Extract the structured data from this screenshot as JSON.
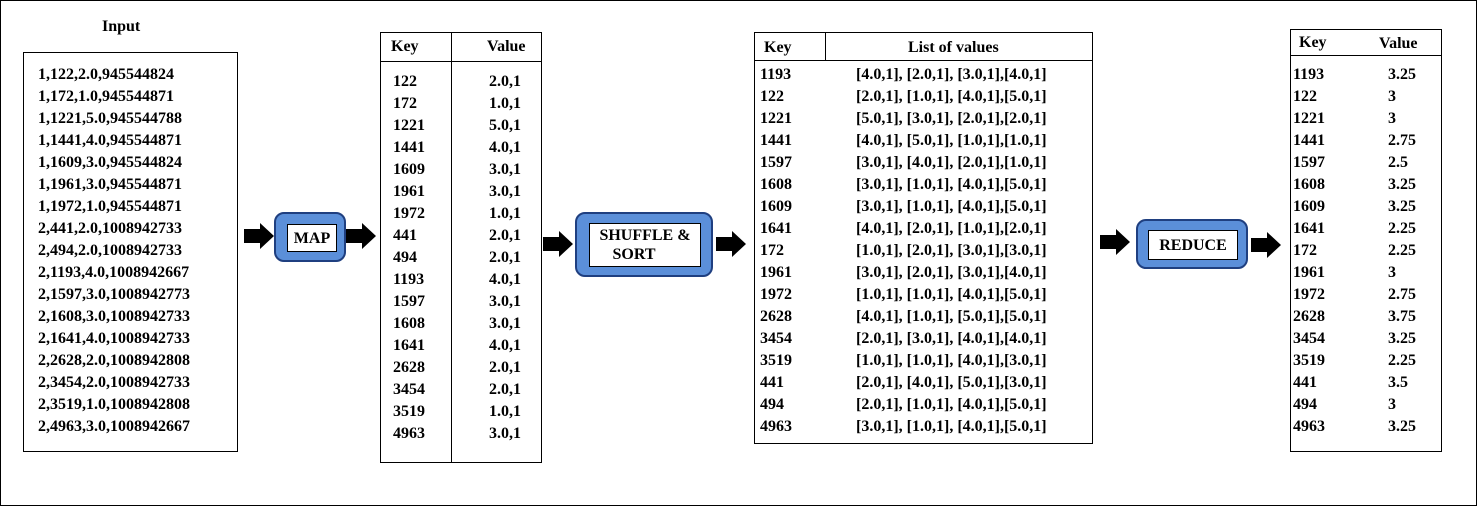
{
  "input": {
    "title": "Input",
    "lines": [
      "1,122,2.0,945544824",
      "1,172,1.0,945544871",
      "1,1221,5.0,945544788",
      "1,1441,4.0,945544871",
      "1,1609,3.0,945544824",
      "1,1961,3.0,945544871",
      "1,1972,1.0,945544871",
      "2,441,2.0,1008942733",
      "2,494,2.0,1008942733",
      "2,1193,4.0,1008942667",
      "2,1597,3.0,1008942773",
      "2,1608,3.0,1008942733",
      "2,1641,4.0,1008942733",
      "2,2628,2.0,1008942808",
      "2,3454,2.0,1008942733",
      "2,3519,1.0,1008942808",
      "2,4963,3.0,1008942667"
    ]
  },
  "map_label": "MAP",
  "shuffle_label_1": "SHUFFLE &",
  "shuffle_label_2": "SORT",
  "reduce_label": "REDUCE",
  "map_output": {
    "key_header": "Key",
    "value_header": "Value",
    "rows": [
      [
        "122",
        "2.0,1"
      ],
      [
        "172",
        "1.0,1"
      ],
      [
        "1221",
        "5.0,1"
      ],
      [
        "1441",
        "4.0,1"
      ],
      [
        "1609",
        "3.0,1"
      ],
      [
        "1961",
        "3.0,1"
      ],
      [
        "1972",
        "1.0,1"
      ],
      [
        "441",
        "2.0,1"
      ],
      [
        "494",
        "2.0,1"
      ],
      [
        "1193",
        "4.0,1"
      ],
      [
        "1597",
        "3.0,1"
      ],
      [
        "1608",
        "3.0,1"
      ],
      [
        "1641",
        "4.0,1"
      ],
      [
        "2628",
        "2.0,1"
      ],
      [
        "3454",
        "2.0,1"
      ],
      [
        "3519",
        "1.0,1"
      ],
      [
        "4963",
        "3.0,1"
      ]
    ]
  },
  "shuffle_output": {
    "key_header": "Key",
    "value_header": "List of values",
    "rows": [
      [
        "1193",
        "[4.0,1], [2.0,1], [3.0,1],[4.0,1]"
      ],
      [
        "122",
        "[2.0,1], [1.0,1], [4.0,1],[5.0,1]"
      ],
      [
        "1221",
        "[5.0,1], [3.0,1], [2.0,1],[2.0,1]"
      ],
      [
        "1441",
        "[4.0,1], [5.0,1], [1.0,1],[1.0,1]"
      ],
      [
        "1597",
        "[3.0,1], [4.0,1], [2.0,1],[1.0,1]"
      ],
      [
        "1608",
        "[3.0,1], [1.0,1], [4.0,1],[5.0,1]"
      ],
      [
        "1609",
        "[3.0,1], [1.0,1], [4.0,1],[5.0,1]"
      ],
      [
        "1641",
        "[4.0,1], [2.0,1], [1.0,1],[2.0,1]"
      ],
      [
        "172",
        "[1.0,1], [2.0,1], [3.0,1],[3.0,1]"
      ],
      [
        "1961",
        "[3.0,1], [2.0,1], [3.0,1],[4.0,1]"
      ],
      [
        "1972",
        "[1.0,1], [1.0,1], [4.0,1],[5.0,1]"
      ],
      [
        "2628",
        "[4.0,1], [1.0,1], [5.0,1],[5.0,1]"
      ],
      [
        "3454",
        "[2.0,1], [3.0,1], [4.0,1],[4.0,1]"
      ],
      [
        "3519",
        "[1.0,1], [1.0,1], [4.0,1],[3.0,1]"
      ],
      [
        "441",
        "[2.0,1], [4.0,1], [5.0,1],[3.0,1]"
      ],
      [
        "494",
        "[2.0,1], [1.0,1], [4.0,1],[5.0,1]"
      ],
      [
        "4963",
        "[3.0,1], [1.0,1], [4.0,1],[5.0,1]"
      ]
    ]
  },
  "reduce_output": {
    "key_header": "Key",
    "value_header": "Value",
    "rows": [
      [
        "1193",
        "3.25"
      ],
      [
        "122",
        "3"
      ],
      [
        "1221",
        "3"
      ],
      [
        "1441",
        "2.75"
      ],
      [
        "1597",
        "2.5"
      ],
      [
        "1608",
        "3.25"
      ],
      [
        "1609",
        "3.25"
      ],
      [
        "1641",
        "2.25"
      ],
      [
        "172",
        "2.25"
      ],
      [
        "1961",
        "3"
      ],
      [
        "1972",
        "2.75"
      ],
      [
        "2628",
        "3.75"
      ],
      [
        "3454",
        "3.25"
      ],
      [
        "3519",
        "2.25"
      ],
      [
        "441",
        "3.5"
      ],
      [
        "494",
        "3"
      ],
      [
        "4963",
        "3.25"
      ]
    ]
  }
}
